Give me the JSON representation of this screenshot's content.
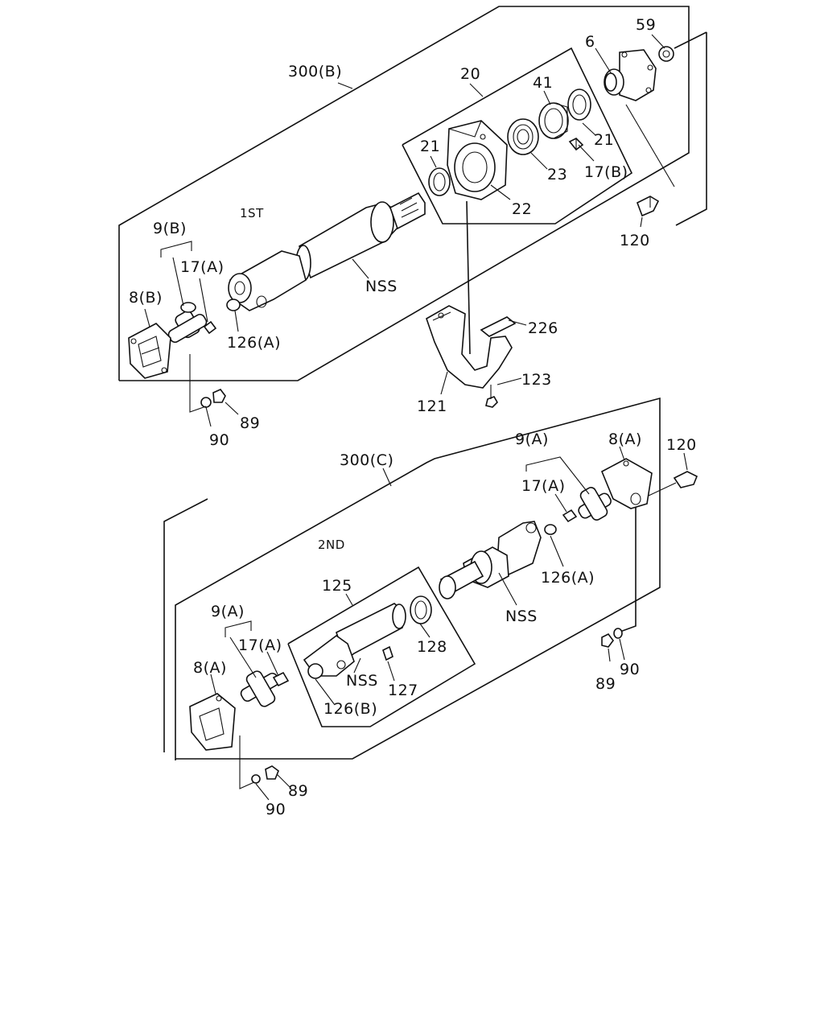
{
  "diagram": {
    "group_1st": {
      "assembly": "300(B)",
      "stage": "1ST",
      "labels": {
        "p59": "59",
        "p6": "6",
        "p20": "20",
        "p41": "41",
        "p21_right": "21",
        "p21_left": "21",
        "p23": "23",
        "p17b": "17(B)",
        "p22": "22",
        "p120": "120",
        "p9b": "9(B)",
        "p17a": "17(A)",
        "p8b": "8(B)",
        "nss": "NSS",
        "p126a": "126(A)",
        "p226": "226",
        "p123": "123",
        "p121": "121",
        "p89": "89",
        "p90": "90"
      }
    },
    "group_2nd": {
      "assembly": "300(C)",
      "stage": "2ND",
      "labels": {
        "p9a_right": "9(A)",
        "p8a_right": "8(A)",
        "p120": "120",
        "p17a_right": "17(A)",
        "p126a": "126(A)",
        "nss_right": "NSS",
        "p125": "125",
        "p9a_left": "9(A)",
        "p17a_left": "17(A)",
        "p8a_left": "8(A)",
        "p128": "128",
        "nss_left": "NSS",
        "p127": "127",
        "p126b": "126(B)",
        "p89_right": "89",
        "p90_right": "90",
        "p89_left": "89",
        "p90_left": "90"
      }
    }
  }
}
